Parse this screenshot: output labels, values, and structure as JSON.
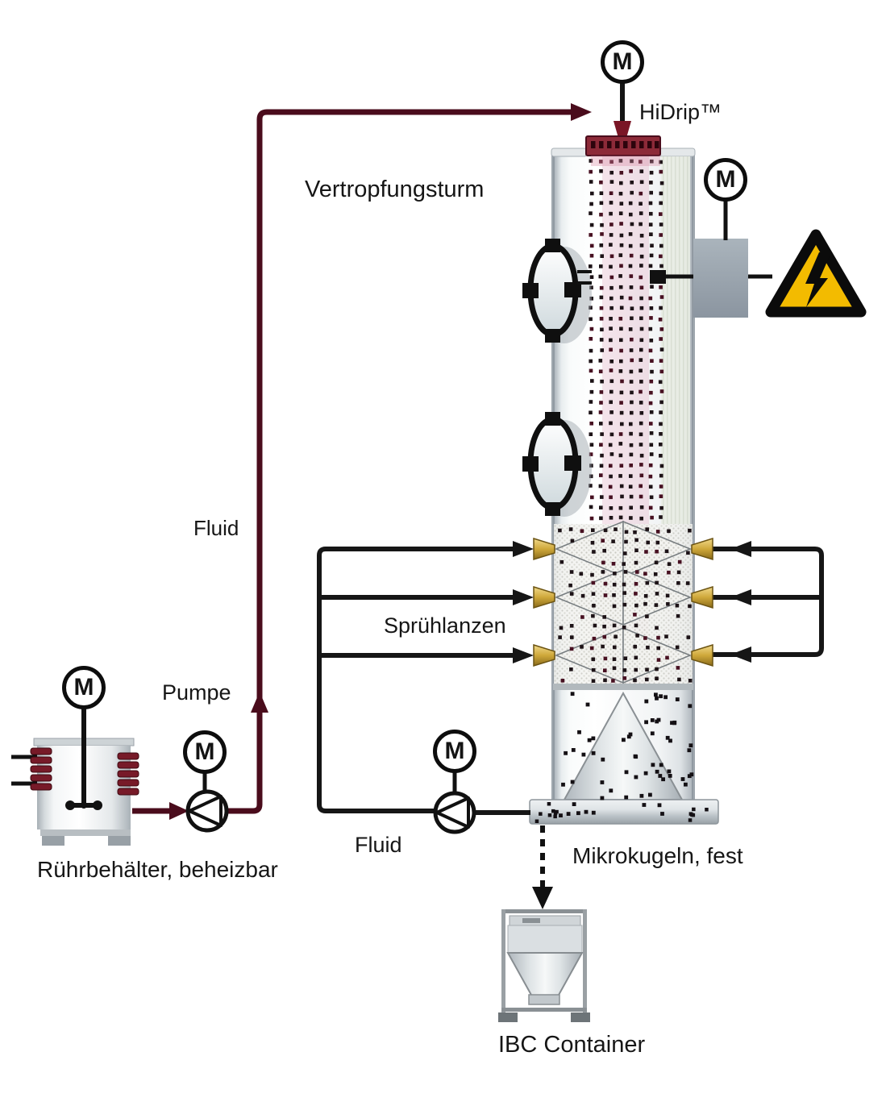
{
  "diagram": {
    "labels": {
      "tower": "Vertropfungsturm",
      "dripper": "HiDrip™",
      "fluid_feed": "Fluid",
      "pump": "Pumpe",
      "vessel": "Rührbehälter, beheizbar",
      "spray_lances": "Sprühlanzen",
      "fluid_return": "Fluid",
      "product": "Mikrokugeln, fest",
      "container": "IBC Container",
      "motor": "M"
    },
    "icons": {
      "motor": "M-in-circle-motor-icon",
      "pump": "circle-with-triangle-pump-icon",
      "hazard": "high-voltage-lightning-triangle-icon",
      "sight_glass": "oval-sight-glass-icon",
      "dripper_head": "perforated-plate-icon",
      "flow_arrow": "arrowhead-icon"
    },
    "colors": {
      "fluid_pipe": "#4a0c1c",
      "process_pipe": "#161616",
      "hazard_yellow": "#f3bb00",
      "nozzle_gold": "#cfa83a",
      "heater_coil": "#771a28",
      "dripper_red": "#8c2a38",
      "steel": "#d9dee1"
    }
  }
}
